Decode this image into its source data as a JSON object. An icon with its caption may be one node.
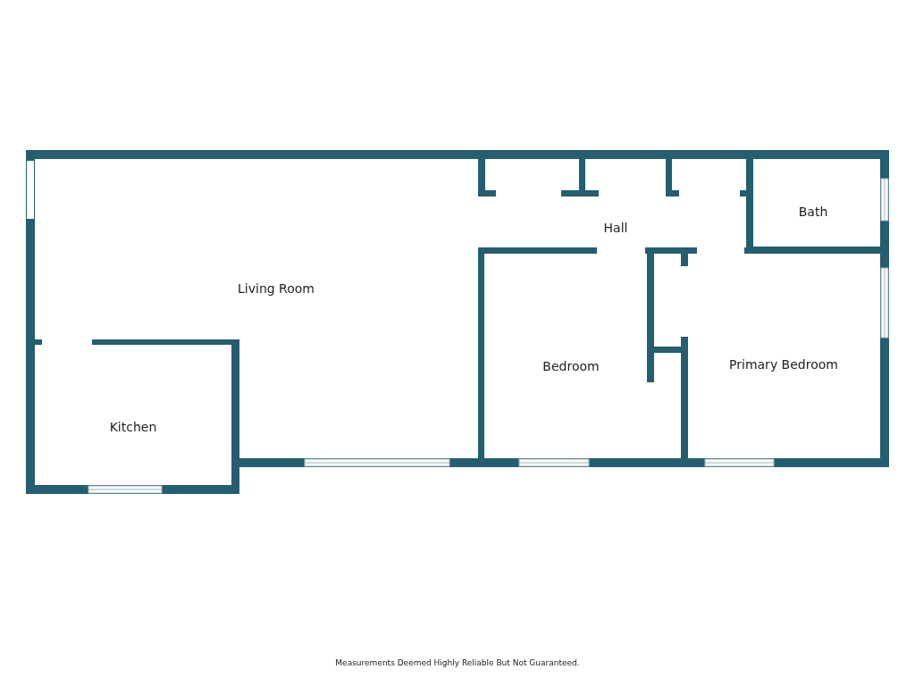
{
  "diagram": {
    "caption": "Measurements Deemed Highly Reliable But Not Guaranteed.",
    "nodes": [
      {
        "text": [
          "Living Room"
        ]
      },
      {
        "text": [
          "Kitchen"
        ]
      },
      {
        "text": [
          "Hall"
        ]
      },
      {
        "text": [
          "Bath"
        ]
      },
      {
        "text": [
          "Bedroom"
        ]
      },
      {
        "text": [
          "Primary Bedroom"
        ]
      }
    ]
  }
}
